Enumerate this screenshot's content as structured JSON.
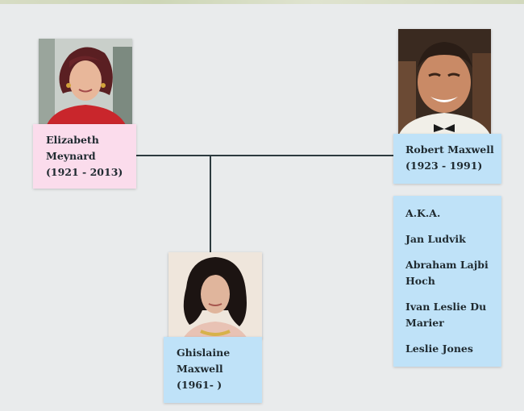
{
  "mother": {
    "first_name": "Elizabeth",
    "last_name": "Meynard",
    "years": "(1921 - 2013)",
    "photo_icon": "portrait-photo"
  },
  "father": {
    "name": "Robert Maxwell",
    "years": "(1923 - 1991)",
    "photo_icon": "portrait-photo"
  },
  "child": {
    "first_name": "Ghislaine",
    "last_name": "Maxwell",
    "years": "(1961- )",
    "photo_icon": "portrait-photo"
  },
  "aka": {
    "heading": "A.K.A.",
    "names": [
      "Jan Ludvik",
      "Abraham Lajbi Hoch",
      "Ivan Leslie Du Marier",
      "Leslie Jones"
    ]
  },
  "colors": {
    "pink_card": "#fbdcec",
    "blue_card": "#bfe2f8",
    "connector": "#2c3a3f",
    "background": "#e9ebec"
  }
}
